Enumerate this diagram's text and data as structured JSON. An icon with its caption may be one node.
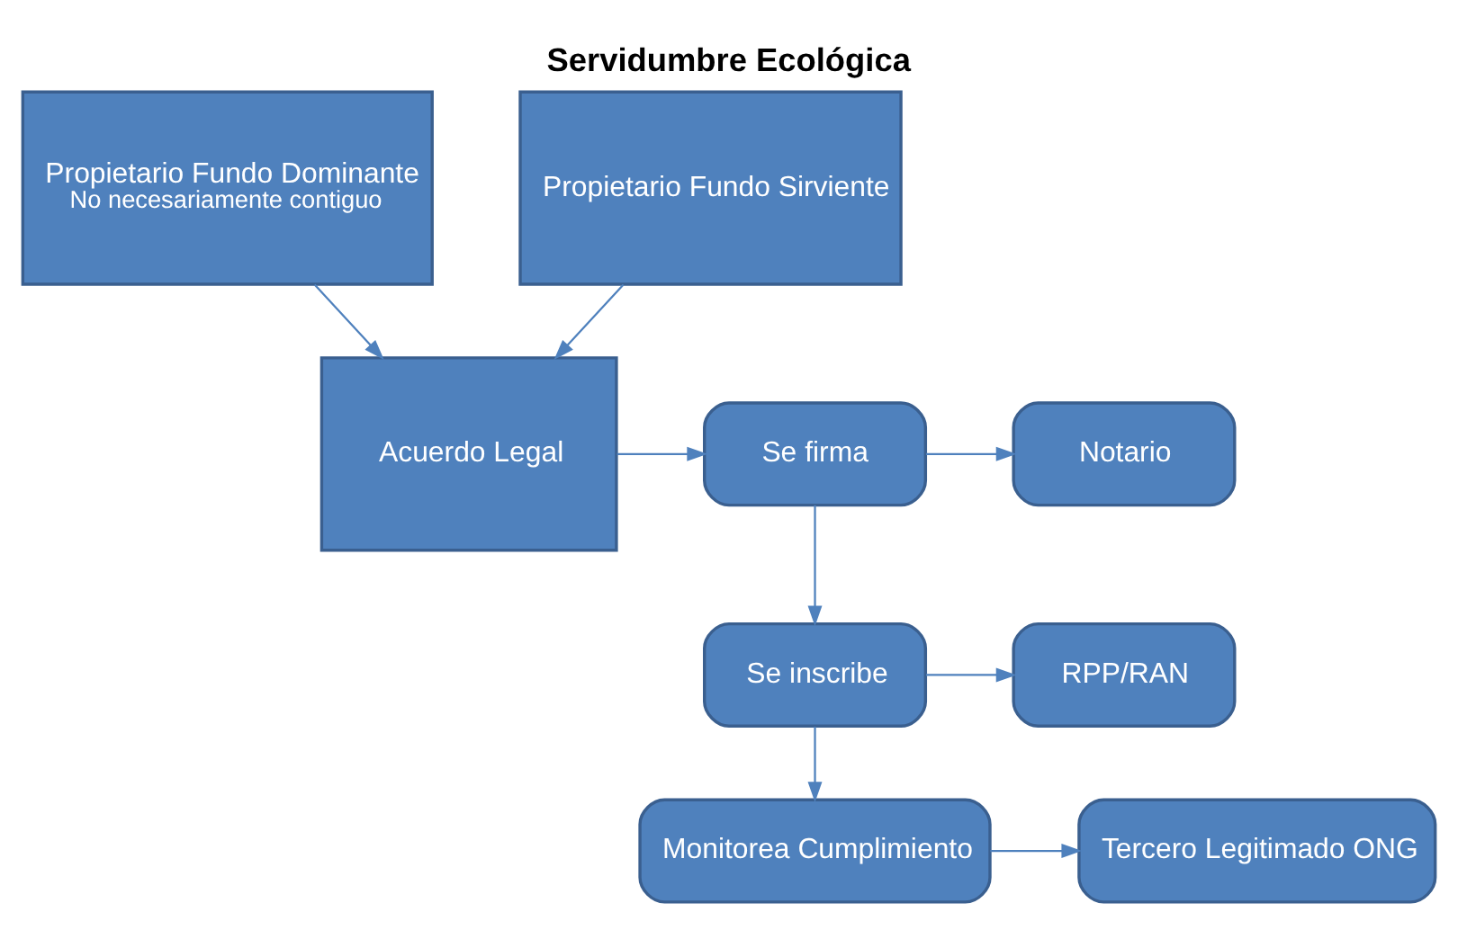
{
  "diagram": {
    "title": "Servidumbre Ecológica",
    "nodes": [
      {
        "text": [
          "Propietario Fundo Dominante",
          "No necesariamente contiguo"
        ]
      },
      {
        "text": [
          "Propietario Fundo Sirviente"
        ]
      },
      {
        "text": [
          "Acuerdo Legal"
        ]
      },
      {
        "text": [
          "Se firma"
        ]
      },
      {
        "text": [
          "Notario"
        ]
      },
      {
        "text": [
          "Se inscribe"
        ]
      },
      {
        "text": [
          "RPP/RAN"
        ]
      },
      {
        "text": [
          "Monitorea Cumplimiento"
        ]
      },
      {
        "text": [
          "Tercero Legitimado ONG"
        ]
      }
    ],
    "edges": [
      {
        "from": 0,
        "to": 2,
        "arrow": "to"
      },
      {
        "from": 1,
        "to": 2,
        "arrow": "to"
      },
      {
        "from": 2,
        "to": 3,
        "arrow": "to"
      },
      {
        "from": 3,
        "to": 4,
        "arrow": "to"
      },
      {
        "from": 3,
        "to": 5,
        "arrow": "to"
      },
      {
        "from": 5,
        "to": 6,
        "arrow": "to"
      },
      {
        "from": 5,
        "to": 7,
        "arrow": "to"
      },
      {
        "from": 7,
        "to": 8,
        "arrow": "to"
      }
    ]
  }
}
